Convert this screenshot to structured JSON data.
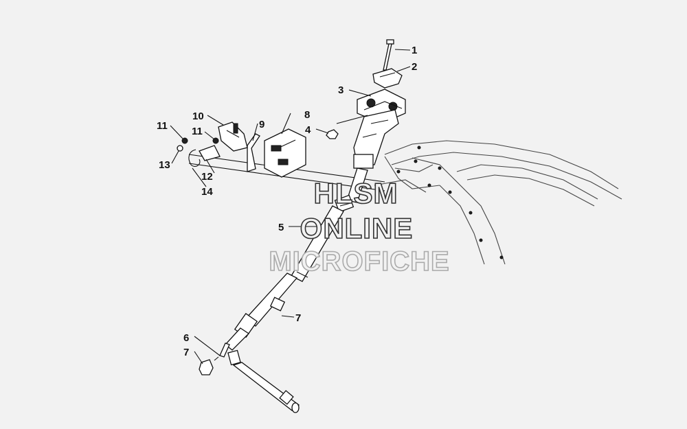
{
  "diagram": {
    "callouts": [
      {
        "id": "c1",
        "label": "1"
      },
      {
        "id": "c2",
        "label": "2"
      },
      {
        "id": "c3",
        "label": "3"
      },
      {
        "id": "c4",
        "label": "4"
      },
      {
        "id": "c5",
        "label": "5"
      },
      {
        "id": "c6",
        "label": "6"
      },
      {
        "id": "c7a",
        "label": "7"
      },
      {
        "id": "c7b",
        "label": "7"
      },
      {
        "id": "c8",
        "label": "8"
      },
      {
        "id": "c9",
        "label": "9"
      },
      {
        "id": "c10",
        "label": "10"
      },
      {
        "id": "c11a",
        "label": "11"
      },
      {
        "id": "c11b",
        "label": "11"
      },
      {
        "id": "c12",
        "label": "12"
      },
      {
        "id": "c13",
        "label": "13"
      },
      {
        "id": "c14",
        "label": "14"
      }
    ],
    "watermark": {
      "line1": "HLSM",
      "line2": "ONLINE",
      "line3": "MICROFICHE"
    }
  }
}
